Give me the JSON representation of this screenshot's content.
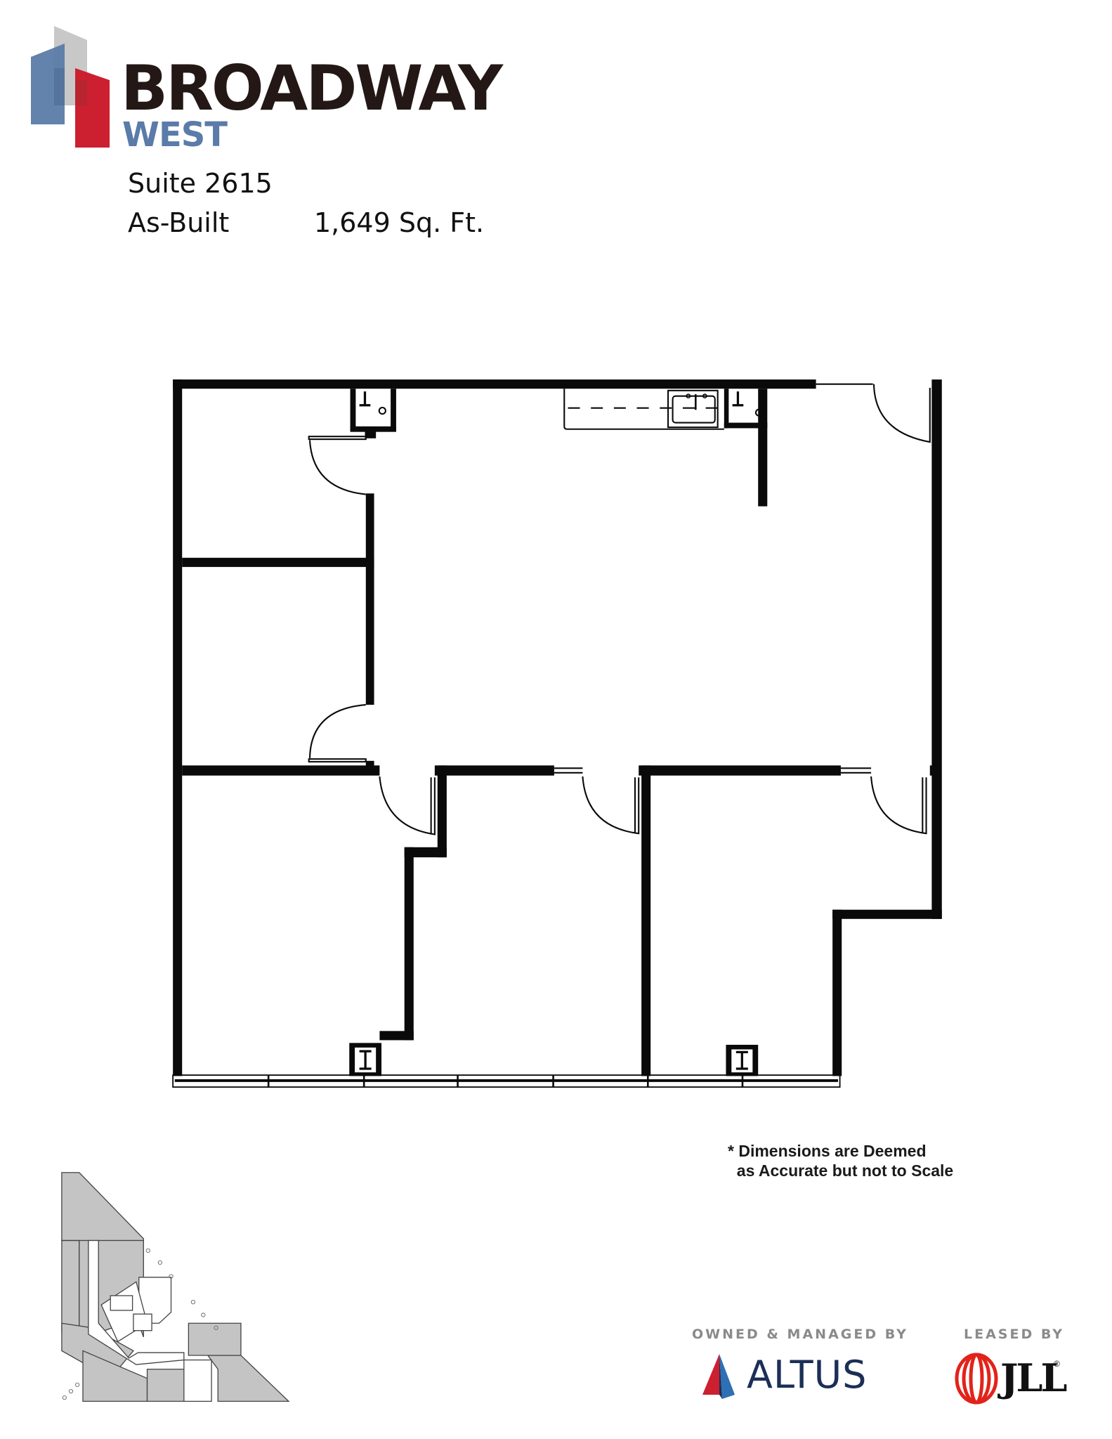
{
  "header": {
    "brand_name": "BROADWAY",
    "brand_sub": "WEST",
    "suite_title": "Suite 2615",
    "suite_type": "As-Built",
    "suite_area": "1,649 Sq. Ft."
  },
  "colors": {
    "logo_blue": "#5b7ba8",
    "logo_red": "#cc1f2f",
    "logo_gray": "#c8c8c8",
    "brand_text": "#231815",
    "wall": "#0a0a0a",
    "keyplan_fill": "#c4c4c4",
    "altus_navy": "#1b2f57",
    "jll_red": "#e2231a",
    "label_gray": "#8a8a8a"
  },
  "floor_plan": {
    "rooms": [
      "office-top-left",
      "office-mid-left",
      "open-area-reception",
      "office-bottom-left",
      "office-bottom-middle",
      "office-bottom-right"
    ],
    "fixtures": [
      "kitchenette-counter",
      "sink",
      "column-top-left",
      "column-top-right",
      "column-bottom-left",
      "column-bottom-right"
    ]
  },
  "disclaimer": "* Dimensions are Deemed\n  as Accurate but not to Scale",
  "footer": {
    "owned_label": "OWNED & MANAGED BY",
    "owner": "ALTUS",
    "leased_label": "LEASED BY",
    "leasing_agent": "JLL",
    "registered_mark": "®"
  }
}
